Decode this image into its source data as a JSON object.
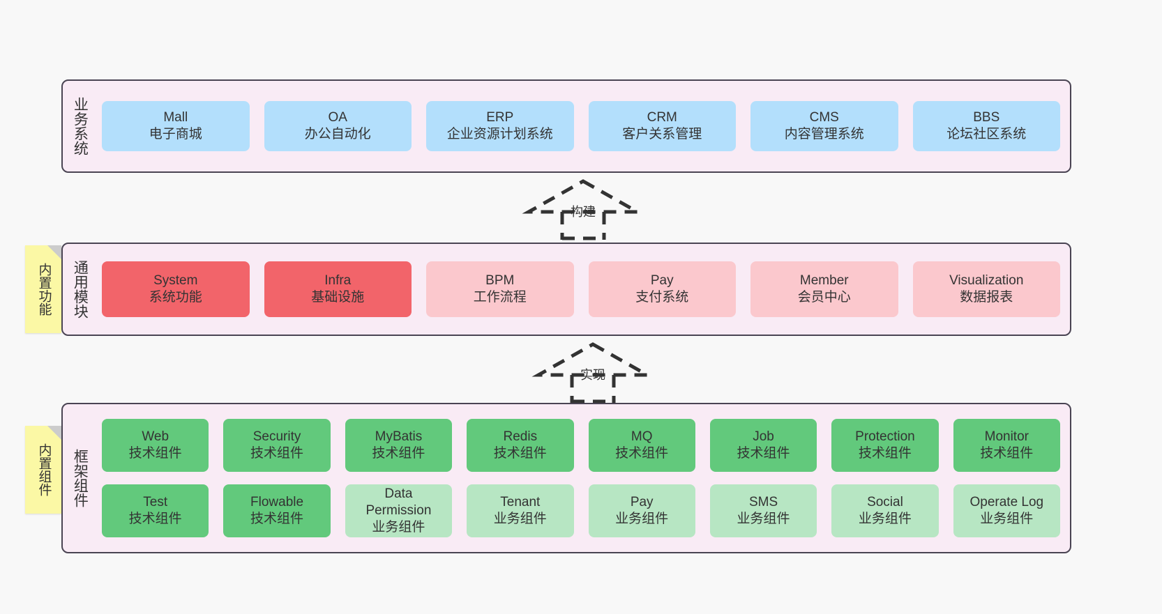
{
  "colors": {
    "canvas_bg": "#f8f8f8",
    "layer_bg": "#f9ebf5",
    "layer_border": "#4a4453",
    "business_card": "#b3dffc",
    "module_strong": "#f2646a",
    "module_soft": "#fbc8cd",
    "tech_component": "#62c97c",
    "biz_component": "#b7e6c3",
    "note_bg": "#fbf8a5",
    "note_fold": "#cccccc",
    "arrow": "#333333"
  },
  "layers": [
    {
      "id": "business",
      "title": "业务系统",
      "rows": [
        {
          "cards": [
            {
              "name": "mall",
              "title": "Mall",
              "subtitle": "电子商城",
              "color": "#b3dffc"
            },
            {
              "name": "oa",
              "title": "OA",
              "subtitle": "办公自动化",
              "color": "#b3dffc"
            },
            {
              "name": "erp",
              "title": "ERP",
              "subtitle": "企业资源计划系统",
              "color": "#b3dffc"
            },
            {
              "name": "crm",
              "title": "CRM",
              "subtitle": "客户关系管理",
              "color": "#b3dffc"
            },
            {
              "name": "cms",
              "title": "CMS",
              "subtitle": "内容管理系统",
              "color": "#b3dffc"
            },
            {
              "name": "bbs",
              "title": "BBS",
              "subtitle": "论坛社区系统",
              "color": "#b3dffc"
            }
          ]
        }
      ]
    },
    {
      "id": "common",
      "title": "通用模块",
      "note": "内置功能",
      "rows": [
        {
          "cards": [
            {
              "name": "system",
              "title": "System",
              "subtitle": "系统功能",
              "color": "#f2646a"
            },
            {
              "name": "infra",
              "title": "Infra",
              "subtitle": "基础设施",
              "color": "#f2646a"
            },
            {
              "name": "bpm",
              "title": "BPM",
              "subtitle": "工作流程",
              "color": "#fbc8cd"
            },
            {
              "name": "pay",
              "title": "Pay",
              "subtitle": "支付系统",
              "color": "#fbc8cd"
            },
            {
              "name": "member",
              "title": "Member",
              "subtitle": "会员中心",
              "color": "#fbc8cd"
            },
            {
              "name": "visualization",
              "title": "Visualization",
              "subtitle": "数据报表",
              "color": "#fbc8cd"
            }
          ]
        }
      ]
    },
    {
      "id": "framework",
      "title": "框架组件",
      "note": "内置组件",
      "rows": [
        {
          "cards": [
            {
              "name": "web",
              "title": "Web",
              "subtitle": "技术组件",
              "color": "#62c97c"
            },
            {
              "name": "security",
              "title": "Security",
              "subtitle": "技术组件",
              "color": "#62c97c"
            },
            {
              "name": "mybatis",
              "title": "MyBatis",
              "subtitle": "技术组件",
              "color": "#62c97c"
            },
            {
              "name": "redis",
              "title": "Redis",
              "subtitle": "技术组件",
              "color": "#62c97c"
            },
            {
              "name": "mq",
              "title": "MQ",
              "subtitle": "技术组件",
              "color": "#62c97c"
            },
            {
              "name": "job",
              "title": "Job",
              "subtitle": "技术组件",
              "color": "#62c97c"
            },
            {
              "name": "protection",
              "title": "Protection",
              "subtitle": "技术组件",
              "color": "#62c97c"
            },
            {
              "name": "monitor",
              "title": "Monitor",
              "subtitle": "技术组件",
              "color": "#62c97c"
            }
          ]
        },
        {
          "cards": [
            {
              "name": "test",
              "title": "Test",
              "subtitle": "技术组件",
              "color": "#62c97c"
            },
            {
              "name": "flowable",
              "title": "Flowable",
              "subtitle": "技术组件",
              "color": "#62c97c"
            },
            {
              "name": "data-permission",
              "title": "Data Permission",
              "subtitle": "业务组件",
              "color": "#b7e6c3"
            },
            {
              "name": "tenant",
              "title": "Tenant",
              "subtitle": "业务组件",
              "color": "#b7e6c3"
            },
            {
              "name": "pay-biz",
              "title": "Pay",
              "subtitle": "业务组件",
              "color": "#b7e6c3"
            },
            {
              "name": "sms",
              "title": "SMS",
              "subtitle": "业务组件",
              "color": "#b7e6c3"
            },
            {
              "name": "social",
              "title": "Social",
              "subtitle": "业务组件",
              "color": "#b7e6c3"
            },
            {
              "name": "operate-log",
              "title": "Operate Log",
              "subtitle": "业务组件",
              "color": "#b7e6c3"
            }
          ]
        }
      ]
    }
  ],
  "arrows": [
    {
      "name": "build",
      "label": "构建",
      "from": "通用模块",
      "to": "业务系统",
      "style": "dashed-hollow-triangle"
    },
    {
      "name": "implement",
      "label": "实现",
      "from": "框架组件",
      "to": "通用模块",
      "style": "dashed-hollow-triangle"
    }
  ]
}
